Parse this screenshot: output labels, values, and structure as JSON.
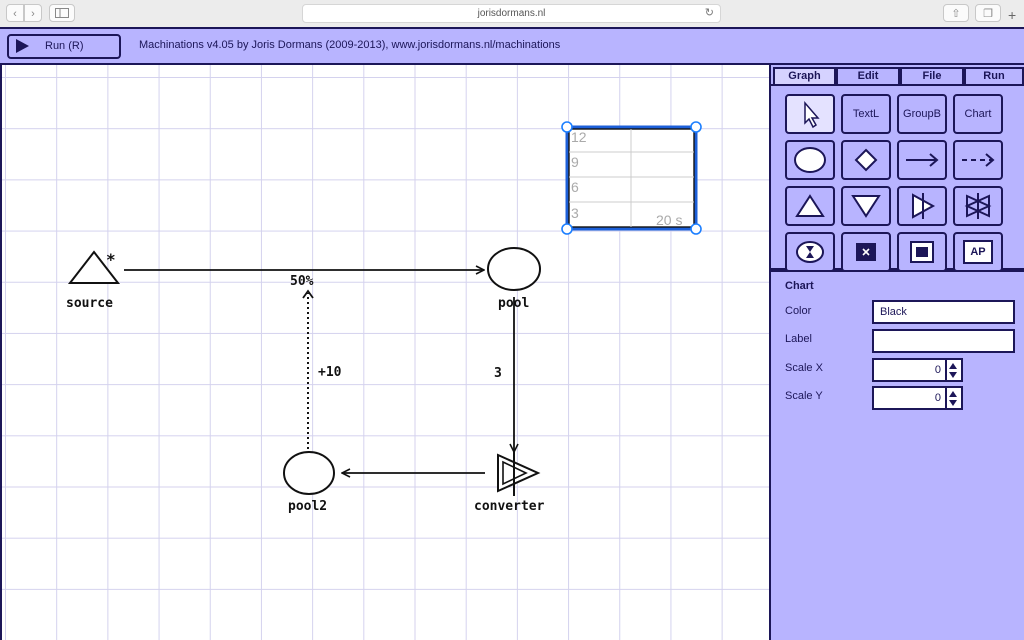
{
  "browser": {
    "url": "jorisdormans.nl",
    "back_icon": "chevron-left-icon",
    "forward_icon": "chevron-right-icon",
    "sidebar_icon": "sidebar-icon",
    "reload_icon": "reload-icon",
    "share_icon": "share-icon",
    "tabs_icon": "tabs-icon",
    "new_tab_label": "+"
  },
  "app": {
    "run_label": "Run (R)",
    "title": "Machinations v4.05 by Joris Dormans (2009-2013), www.jorisdormans.nl/machinations",
    "accent": "#b8b4ff",
    "ink": "#1c1658"
  },
  "diagram": {
    "source_label": "source",
    "source_marker": "*",
    "pool_label": "pool",
    "pool2_label": "pool2",
    "converter_label": "converter",
    "flow_source_pool": "50%",
    "flow_pool_converter": "3",
    "state_connection": "+10",
    "chart_ticks": [
      "12",
      "9",
      "6",
      "3"
    ],
    "chart_time": "20 s"
  },
  "panel": {
    "tabs": [
      {
        "label": "Graph",
        "active": true
      },
      {
        "label": "Edit",
        "active": false
      },
      {
        "label": "File",
        "active": false
      },
      {
        "label": "Run",
        "active": false
      }
    ],
    "tools": [
      {
        "name": "select-tool",
        "label": "",
        "icon": "pointer-icon"
      },
      {
        "name": "text-label-tool",
        "label": "TextL",
        "icon": ""
      },
      {
        "name": "group-box-tool",
        "label": "GroupB",
        "icon": ""
      },
      {
        "name": "chart-tool",
        "label": "Chart",
        "icon": ""
      },
      {
        "name": "pool-tool",
        "label": "",
        "icon": "pool-icon"
      },
      {
        "name": "gate-tool",
        "label": "",
        "icon": "diamond-icon"
      },
      {
        "name": "resource-connection-tool",
        "label": "",
        "icon": "arrow-right-icon"
      },
      {
        "name": "state-connection-tool",
        "label": "",
        "icon": "dashed-arrow-icon"
      },
      {
        "name": "source-tool",
        "label": "",
        "icon": "triangle-up-icon"
      },
      {
        "name": "drain-tool",
        "label": "",
        "icon": "triangle-down-icon"
      },
      {
        "name": "converter-tool",
        "label": "",
        "icon": "converter-icon"
      },
      {
        "name": "trader-tool",
        "label": "",
        "icon": "trader-icon"
      },
      {
        "name": "delay-tool",
        "label": "",
        "icon": "hourglass-icon"
      },
      {
        "name": "end-condition-tool",
        "label": "",
        "icon": "end-condition-icon"
      },
      {
        "name": "register-tool",
        "label": "",
        "icon": "register-icon"
      },
      {
        "name": "artificial-player-tool",
        "label": "AP",
        "icon": ""
      }
    ],
    "props_title": "Chart",
    "props": {
      "color_label": "Color",
      "color_value": "Black",
      "label_label": "Label",
      "label_value": "",
      "scale_x_label": "Scale X",
      "scale_x_value": "0",
      "scale_y_label": "Scale Y",
      "scale_y_value": "0"
    }
  }
}
